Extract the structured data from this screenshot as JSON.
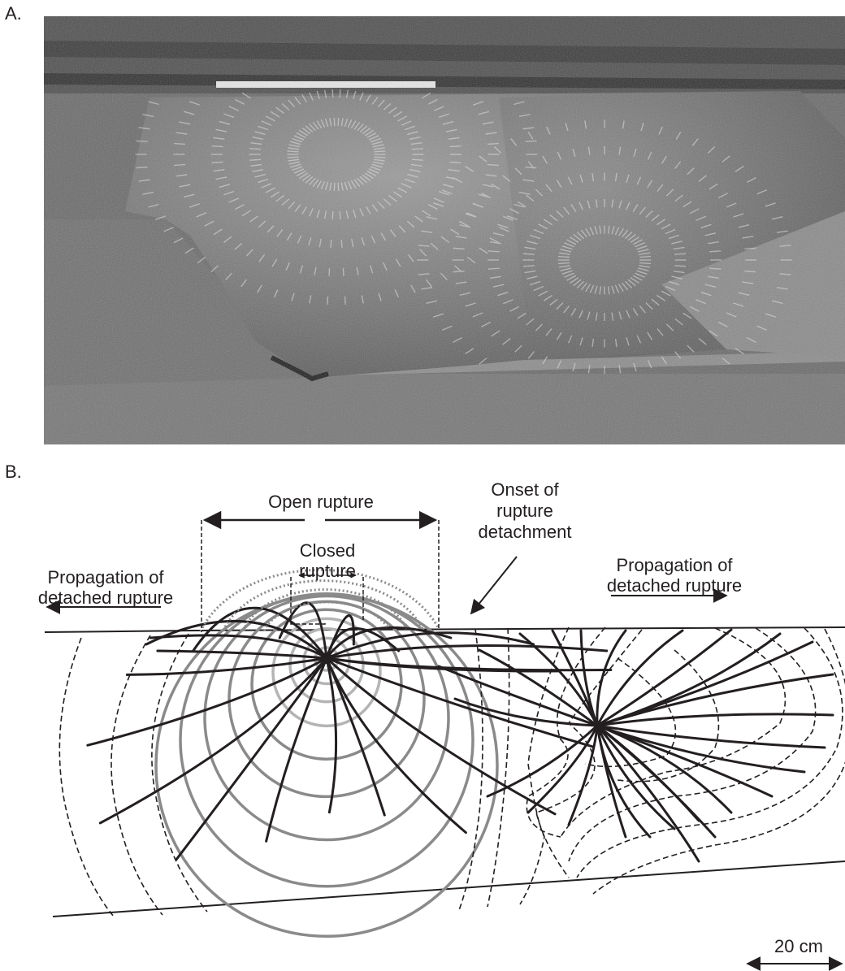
{
  "panels": {
    "a_label": "A.",
    "b_label": "B."
  },
  "photo": {
    "description_icon": "rock-fracture-photo"
  },
  "diagram": {
    "labels": {
      "open_rupture": "Open rupture",
      "closed_rupture_line1": "Closed",
      "closed_rupture_line2": "rupture",
      "onset_line1": "Onset of",
      "onset_line2": "rupture",
      "onset_line3": "detachment",
      "prop_left_line1": "Propagation of",
      "prop_left_line2": "detached rupture",
      "prop_right_line1": "Propagation of",
      "prop_right_line2": "detached rupture",
      "scale": "20 cm"
    }
  },
  "colors": {
    "ink": "#231f20",
    "ring_dark": "#8a8a8a",
    "ring_light": "#b4b4b4",
    "photo_bg": "#6e6e6e"
  }
}
